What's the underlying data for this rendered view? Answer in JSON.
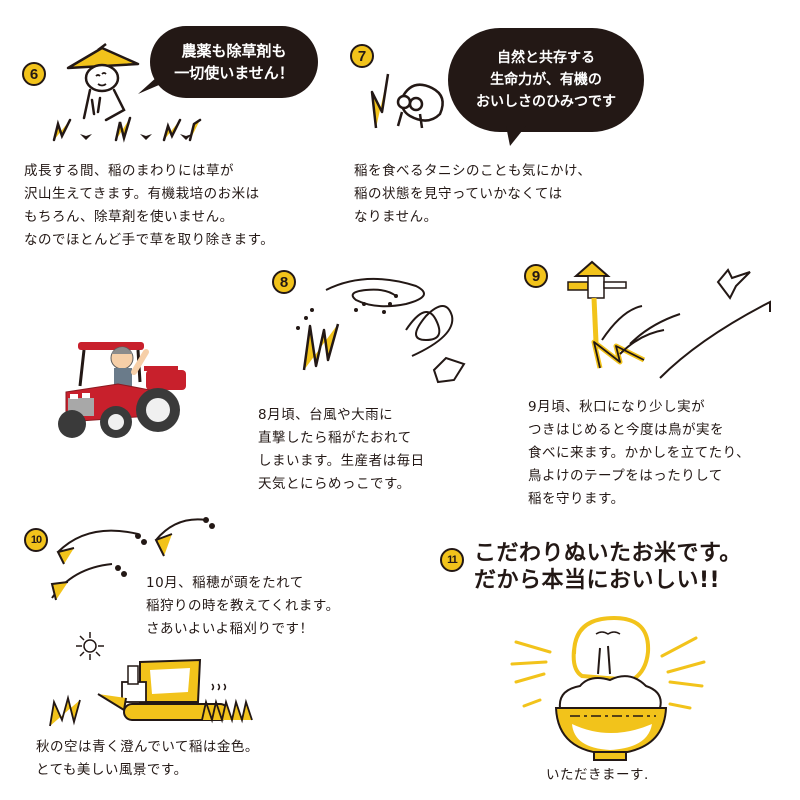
{
  "colors": {
    "accent_yellow": "#f2c31b",
    "ink": "#231815",
    "tractor_red": "#c8202c",
    "background": "#ffffff"
  },
  "steps": [
    {
      "number": "6",
      "bubble": [
        "農薬も除草剤も",
        "一切使いません！"
      ],
      "text": [
        "成長する間、稲のまわりには草が",
        "沢山生えてきます。有機栽培のお米は",
        "もちろん、除草剤を使いません。",
        "なのでほとんど手で草を取り除きます。"
      ],
      "illustration": "farmer-weeding-icon"
    },
    {
      "number": "7",
      "bubble": [
        "自然と共存する",
        "生命力が、有機の",
        "おいしさのひみつです"
      ],
      "text": [
        "稲を食べるタニシのことも気にかけ、",
        "稲の状態を見守っていかなくては",
        "なりません。"
      ],
      "illustration": "snail-icon"
    },
    {
      "number": "8",
      "text": [
        "8月頃、台風や大雨に",
        "直撃したら稲がたおれて",
        "しまいます。生産者は毎日",
        "天気とにらめっこです。"
      ],
      "illustration": "typhoon-icon"
    },
    {
      "number": "9",
      "text": [
        "9月頃、秋口になり少し実が",
        "つきはじめると今度は鳥が実を",
        "食べに来ます。かかしを立てたり、",
        "鳥よけのテープをはったりして",
        "稲を守ります。"
      ],
      "illustration": "scarecrow-icon"
    },
    {
      "number": "10",
      "text": [
        "10月、稲穂が頭をたれて",
        "稲狩りの時を教えてくれます。",
        "さあいよいよ稲刈りです！"
      ],
      "text2": [
        "秋の空は青く澄んでいて稲は金色。",
        "とても美しい風景です。"
      ],
      "illustration": "combine-harvester-icon"
    },
    {
      "number": "11",
      "headline": [
        "こだわりぬいたお米です。",
        "だから本当においしい!!"
      ],
      "caption": "いただきまーす.",
      "illustration": "rice-bowl-icon"
    }
  ],
  "tractor": {
    "illustration": "tractor-icon"
  }
}
